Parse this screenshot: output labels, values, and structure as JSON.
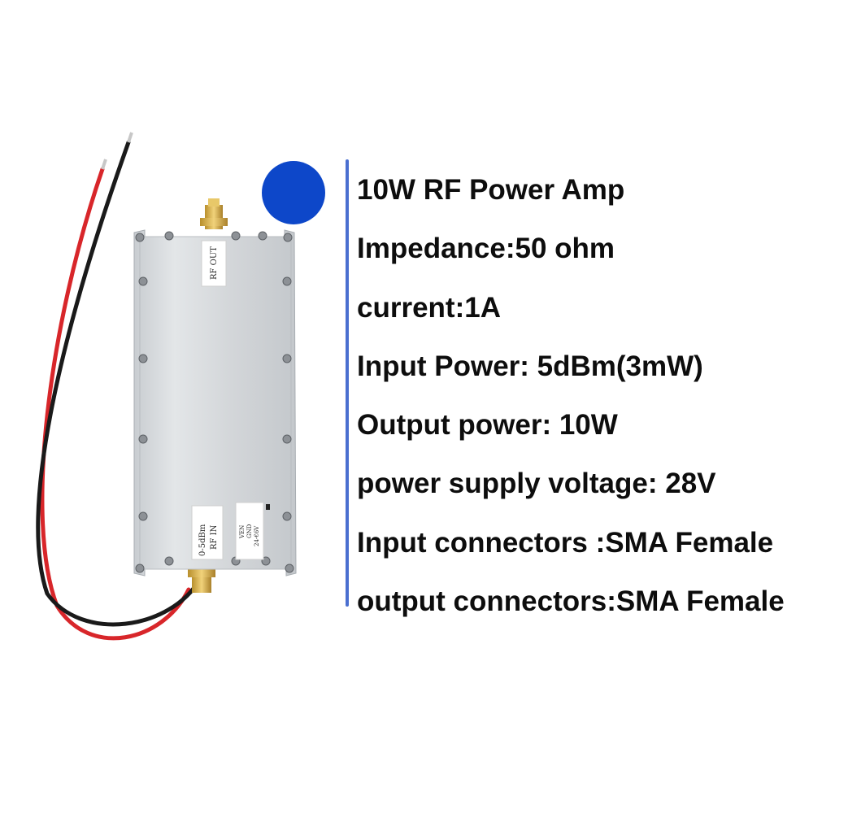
{
  "colors": {
    "accent_dot": "#0d47c9",
    "divider": "#4a6fd0",
    "housing": "#d7dadd",
    "red_wire": "#d8262a",
    "black_wire": "#1a1a1a",
    "connector": "#d8b04a"
  },
  "icons": {
    "dot": "blue-circle-icon"
  },
  "device": {
    "output_label": "RF OUT",
    "input_label_line1": "0-5dBm",
    "input_label_line2": "RF IN",
    "power_label_line1": "VEN",
    "power_label_line2": "GND",
    "power_label_line3": "24-€6V"
  },
  "specs": [
    "10W RF Power Amp",
    "Impedance:50 ohm",
    "current:1A",
    "Input Power: 5dBm(3mW)",
    "Output power: 10W",
    "power supply voltage: 28V",
    "Input connectors :SMA Female",
    "output connectors:SMA Female"
  ]
}
